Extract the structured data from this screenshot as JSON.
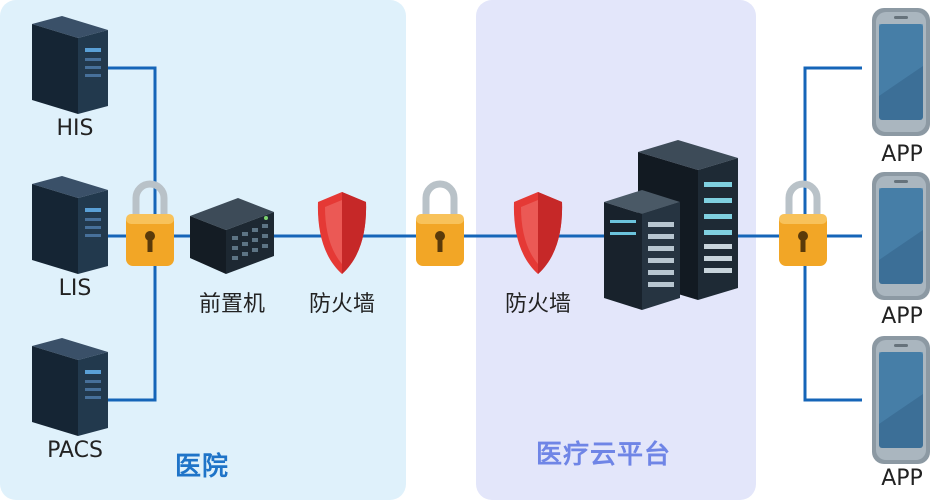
{
  "zones": {
    "hospital_title": "医院",
    "cloud_title": "医疗云平台"
  },
  "systems": [
    {
      "label": "HIS"
    },
    {
      "label": "LIS"
    },
    {
      "label": "PACS"
    }
  ],
  "devices": {
    "front_machine": "前置机",
    "firewall_hospital": "防火墙",
    "firewall_cloud": "防火墙"
  },
  "apps": [
    {
      "label": "APP"
    },
    {
      "label": "APP"
    },
    {
      "label": "APP"
    }
  ],
  "colors": {
    "wire": "#1565b8",
    "hospital_bg": "#dff1fb",
    "cloud_bg": "#e3e6fa",
    "hospital_title": "#1f74c8",
    "cloud_title": "#6f85e6",
    "shield": "#e53935",
    "lock": "#f2a626"
  }
}
